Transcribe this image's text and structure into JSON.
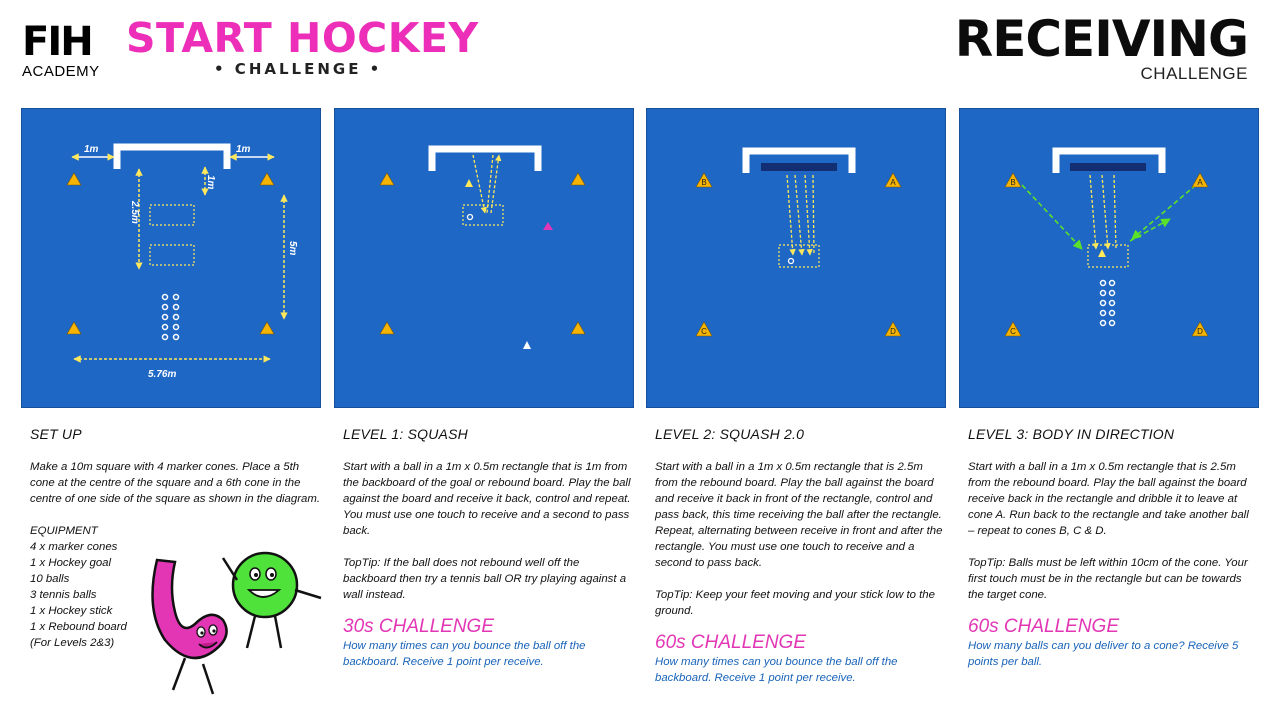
{
  "header": {
    "logo_mark": "FIH",
    "logo_sub": "ACADEMY",
    "start_title": "START HOCKEY",
    "start_sub": "• CHALLENGE •",
    "rec_title": "RECEIVING",
    "rec_sub": "CHALLENGE"
  },
  "diagram_labels": {
    "setup_1m_left": "1m",
    "setup_1m_right": "1m",
    "setup_1m_vertical": "1m",
    "setup_2_5m": "2.5m",
    "setup_5m": "5m",
    "setup_5_76m": "5.76m",
    "cone_a": "A",
    "cone_b": "B",
    "cone_c": "C",
    "cone_d": "D"
  },
  "setup": {
    "heading": "SET UP",
    "intro": "Make a 10m square with 4 marker cones. Place a 5th cone at the centre of the square and a 6th cone in the centre of one side of the square as shown in the diagram.",
    "equipment_heading": "EQUIPMENT",
    "equipment": [
      "4 x marker cones",
      "1 x Hockey goal",
      "10 balls",
      "3 tennis balls",
      "1 x Hockey stick",
      "1 x Rebound board",
      "(For Levels 2&3)"
    ]
  },
  "level1": {
    "heading": "LEVEL 1: SQUASH",
    "body": "Start with a ball in a 1m x 0.5m rectangle that is 1m from the backboard of the goal or rebound board. Play the ball against the board and receive it back, control and repeat. You must use one touch to receive and a second to pass back.",
    "tip": "TopTip: If the ball does not rebound well off the backboard then try a tennis ball OR try playing against a wall instead.",
    "challenge": "30s CHALLENGE",
    "challenge_text": "How many times can you bounce the ball off the backboard. Receive 1 point per receive."
  },
  "level2": {
    "heading": "LEVEL 2:  SQUASH 2.0",
    "body": "Start with a ball in a 1m x 0.5m rectangle that is 2.5m from the rebound board. Play the ball against the board and receive it back in front of the rectangle, control and pass back, this time receiving the ball after the rectangle. Repeat, alternating between receive in front and after the rectangle. You must use one touch to receive and a second to pass back.",
    "tip": "TopTip: Keep your feet moving and your stick low to the ground.",
    "challenge": "60s CHALLENGE",
    "challenge_text": "How many times can you bounce the ball off the backboard. Receive 1 point per receive."
  },
  "level3": {
    "heading": "LEVEL 3: BODY IN DIRECTION",
    "body": "Start with a ball in a 1m x 0.5m rectangle that is 2.5m from the rebound board. Play the ball against the board receive back in the rectangle and dribble it to leave at cone A. Run back to the rectangle and take another ball – repeat to cones B, C & D.",
    "tip": "TopTip: Balls must be left within 10cm of the cone. Your first touch must be in the rectangle but can be towards the target cone.",
    "challenge": "60s CHALLENGE",
    "challenge_text": "How many balls can you deliver to a cone? Receive 5 points per ball."
  },
  "colors": {
    "pitch": "#1e67c5",
    "cone": "#f6b400",
    "dashed": "#ffe85a",
    "arrow_green": "#5ce12a",
    "pink": "#e236b5",
    "challenge_blue": "#1863b8"
  }
}
